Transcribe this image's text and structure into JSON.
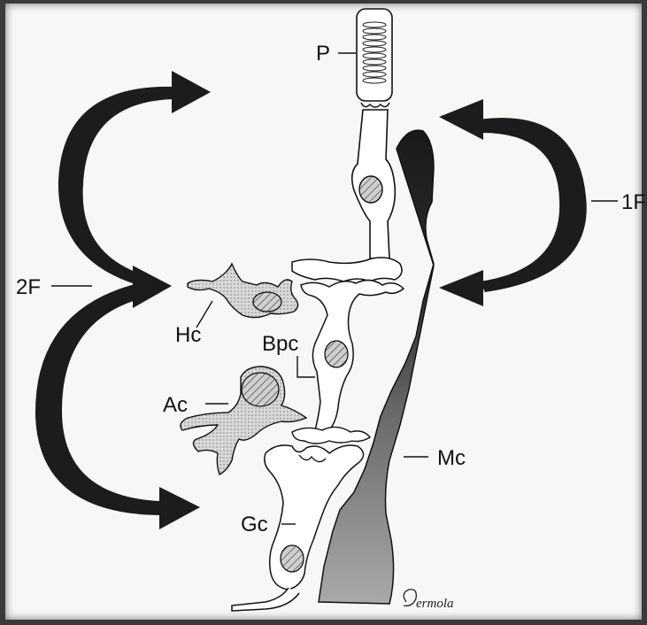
{
  "labels": {
    "p": "P",
    "hc": "Hc",
    "bpc": "Bpc",
    "ac": "Ac",
    "gc": "Gc",
    "mc": "Mc",
    "first_feedback": "1F",
    "second_feedback": "2F"
  },
  "signature": "ermola",
  "colors": {
    "background": "#3a3a3a",
    "paper": "#f7f7f5",
    "ink": "#111111",
    "arrow": "#1c1c1c",
    "cell_fill": "#d4d4d4"
  }
}
